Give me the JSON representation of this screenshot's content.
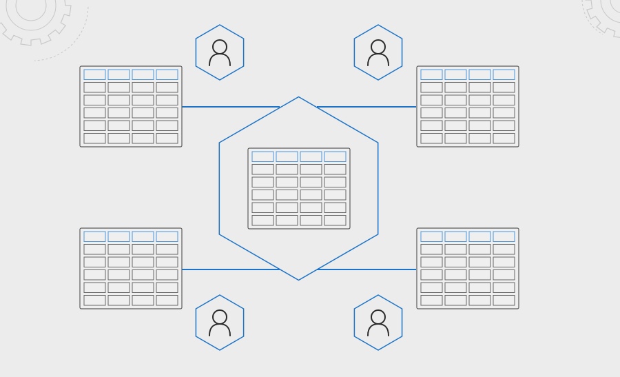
{
  "colors": {
    "background": "#ececec",
    "accent_blue": "#1a73c8",
    "header_cell_stroke": "#4a96dd",
    "table_stroke": "#5a5a5a",
    "cell_stroke": "#666666",
    "gear_stroke": "#c8c8c8",
    "user_icon_stroke": "#2a2a2a"
  },
  "diagram": {
    "center_table": {
      "columns": 4,
      "header_rows": 1,
      "body_rows": 5
    },
    "tables": [
      {
        "id": "top-left",
        "columns": 4,
        "header_rows": 1,
        "body_rows": 5
      },
      {
        "id": "top-right",
        "columns": 4,
        "header_rows": 1,
        "body_rows": 5
      },
      {
        "id": "bottom-left",
        "columns": 4,
        "header_rows": 1,
        "body_rows": 5
      },
      {
        "id": "bottom-right",
        "columns": 4,
        "header_rows": 1,
        "body_rows": 5
      }
    ],
    "users": [
      {
        "id": "top-left"
      },
      {
        "id": "top-right"
      },
      {
        "id": "bottom-left"
      },
      {
        "id": "bottom-right"
      }
    ],
    "icons": {
      "user": "user-icon",
      "table": "table-icon",
      "gear": "gear-icon"
    }
  }
}
